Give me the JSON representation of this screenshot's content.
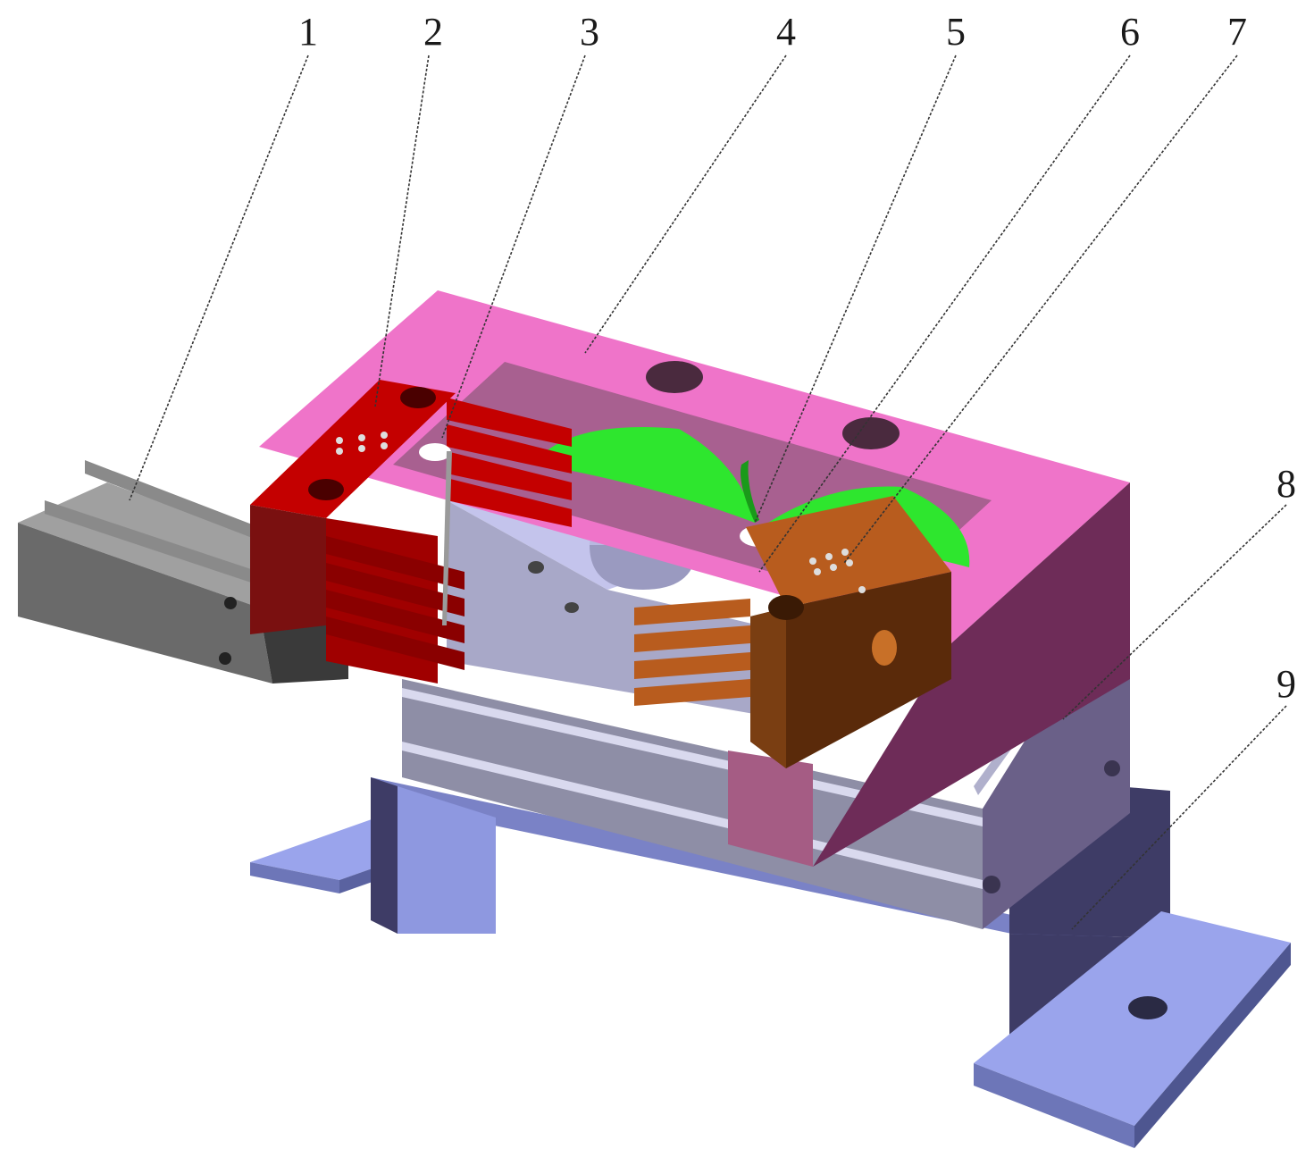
{
  "callouts": [
    {
      "id": "1",
      "label": "1"
    },
    {
      "id": "2",
      "label": "2"
    },
    {
      "id": "3",
      "label": "3"
    },
    {
      "id": "4",
      "label": "4"
    },
    {
      "id": "5",
      "label": "5"
    },
    {
      "id": "6",
      "label": "6"
    },
    {
      "id": "7",
      "label": "7"
    },
    {
      "id": "8",
      "label": "8"
    },
    {
      "id": "9",
      "label": "9"
    }
  ],
  "colors": {
    "pink_frame": "#ef74c9",
    "pink_frame_dark": "#6e2c58",
    "red_gripper": "#c40000",
    "red_gripper_dark": "#7a1010",
    "orange_gripper": "#b85c1e",
    "orange_gripper_dark": "#5a2a0a",
    "leaf_green": "#2ee62e",
    "gray_cylinder": "#8a8a8a",
    "lavender_block": "#a8a8c8",
    "base_blue": "#9aa4ec",
    "base_blue_dark": "#3e3c66"
  }
}
